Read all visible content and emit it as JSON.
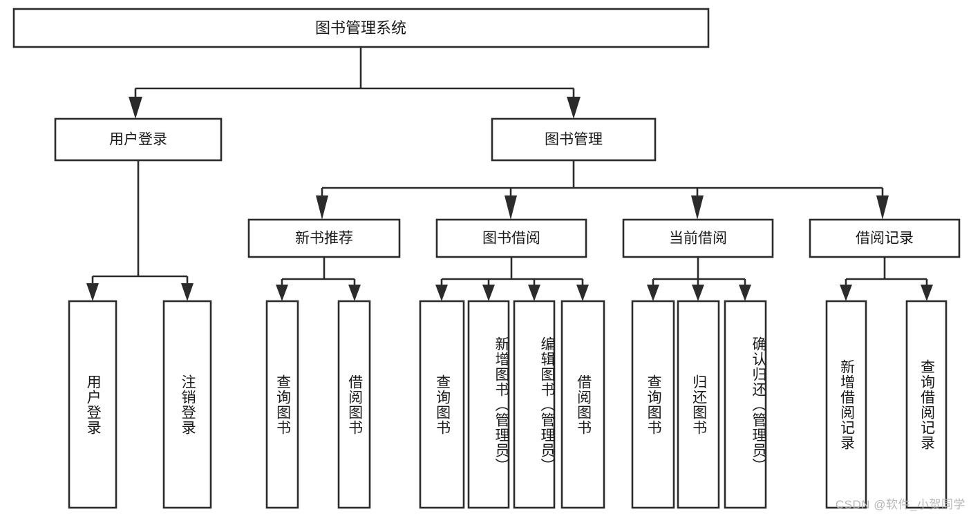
{
  "diagram": {
    "title": "图书管理系统",
    "type": "hierarchy-tree",
    "watermark": "CSDN @软件_小贺同学",
    "colors": {
      "stroke": "#2b2b2b",
      "fill": "#ffffff",
      "text": "#1a1a1a",
      "watermark": "#b8b8b8"
    },
    "root": {
      "label": "图书管理系统"
    },
    "level2": [
      {
        "label": "用户登录"
      },
      {
        "label": "图书管理"
      }
    ],
    "level3": [
      {
        "label": "新书推荐"
      },
      {
        "label": "图书借阅"
      },
      {
        "label": "当前借阅"
      },
      {
        "label": "借阅记录"
      }
    ],
    "leaves": {
      "user_login": [
        {
          "label": "用户登录"
        },
        {
          "label": "注销登录"
        }
      ],
      "new_book": [
        {
          "label": "查询图书"
        },
        {
          "label": "借阅图书"
        }
      ],
      "book_borrow": [
        {
          "label": "查询图书"
        },
        {
          "label": "新增图书（管理员）"
        },
        {
          "label": "编辑图书（管理员）"
        },
        {
          "label": "借阅图书"
        }
      ],
      "current_borrow": [
        {
          "label": "查询图书"
        },
        {
          "label": "归还图书"
        },
        {
          "label": "确认归还（管理员）"
        }
      ],
      "borrow_record": [
        {
          "label": "新增借阅记录"
        },
        {
          "label": "查询借阅记录"
        }
      ]
    }
  }
}
